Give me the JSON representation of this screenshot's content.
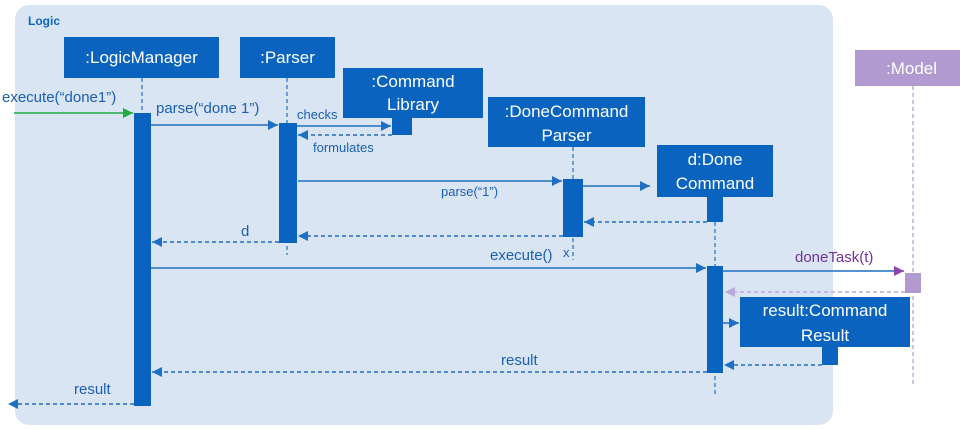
{
  "frame": {
    "label": "Logic"
  },
  "lifelines": {
    "logic_manager": ":LogicManager",
    "parser": ":Parser",
    "command_library": [
      ":Command",
      "Library"
    ],
    "done_command_parser": [
      ":DoneCommand",
      "Parser"
    ],
    "done_command": [
      "d:Done",
      "Command"
    ],
    "command_result": [
      "result:Command",
      "Result"
    ],
    "model": ":Model"
  },
  "messages": {
    "execute_input": "execute(“done1”)",
    "parse_full": "parse(“done 1”)",
    "checks": "checks",
    "formulates": "formulates",
    "parse_arg": "parse(“1”)",
    "d_return": "d",
    "execute": "execute()",
    "destroy": "x",
    "done_task": "doneTask(t)",
    "result_return": "result",
    "result_final": "result"
  },
  "colors": {
    "frame_bg": "#dae5f3",
    "box": "#0a64bf",
    "model_box": "#b09ad0",
    "arrow": "#1f6fc2",
    "green_arrow": "#22aa44",
    "purple_text": "#7030a0",
    "purple_arrow": "#8e44ad",
    "model_return": "#b9a8d8"
  }
}
